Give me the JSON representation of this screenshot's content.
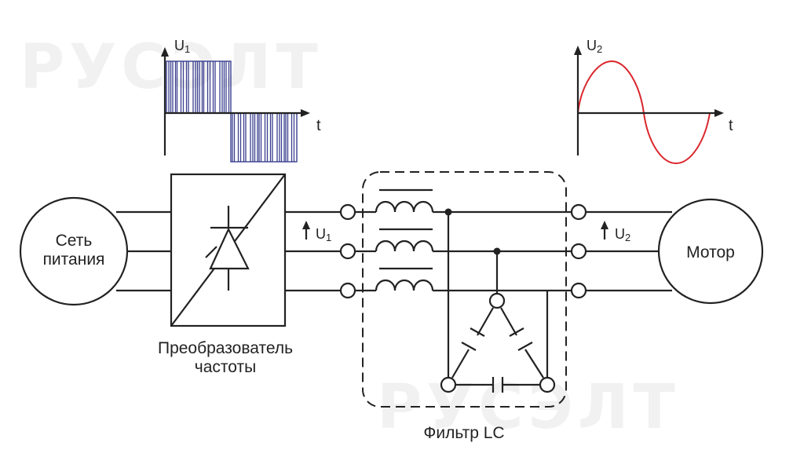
{
  "watermark": {
    "text": "РУСЭЛТ"
  },
  "waveforms": {
    "u1": {
      "axis_label": "U",
      "axis_sub": "1",
      "time_label": "t",
      "color": "#3a3f8f"
    },
    "u2": {
      "axis_label": "U",
      "axis_sub": "2",
      "time_label": "t",
      "color": "#d9262c"
    }
  },
  "blocks": {
    "grid": {
      "line1": "Сеть",
      "line2": "питания"
    },
    "converter": {
      "line1": "Преобразователь",
      "line2": "частоты"
    },
    "filter": {
      "label": "Фильтр LC"
    },
    "motor": {
      "label": "Мотор"
    }
  },
  "voltages": {
    "u1": {
      "label": "U",
      "sub": "1"
    },
    "u2": {
      "label": "U",
      "sub": "2"
    }
  },
  "colors": {
    "line": "#222222",
    "u1_wave": "#3a3f8f",
    "u2_wave": "#d9262c",
    "watermark": "#f1f1f1"
  }
}
